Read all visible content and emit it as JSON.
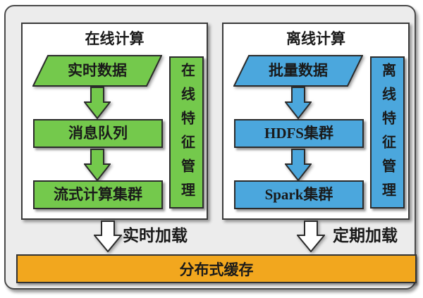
{
  "diagram": {
    "panels": [
      {
        "title": "在线计算",
        "source": "实时数据",
        "stage1": "消息队列",
        "stage2": "流式计算集群",
        "side_label": "在线特征管理",
        "load_label": "实时加载",
        "color": "#74C94C"
      },
      {
        "title": "离线计算",
        "source": "批量数据",
        "stage1": "HDFS集群",
        "stage2": "Spark集群",
        "side_label": "离线特征管理",
        "load_label": "定期加载",
        "color": "#4BA7DD"
      }
    ],
    "cache": {
      "label": "分布式缓存",
      "color": "#F2A71E"
    }
  },
  "colors": {
    "green": "#74C94C",
    "blue": "#4BA7DD",
    "orange": "#F2A71E",
    "arrow_white": "#FFFFFF",
    "outline": "#2B2B2B",
    "canvas_bg": "#ECECEC"
  }
}
